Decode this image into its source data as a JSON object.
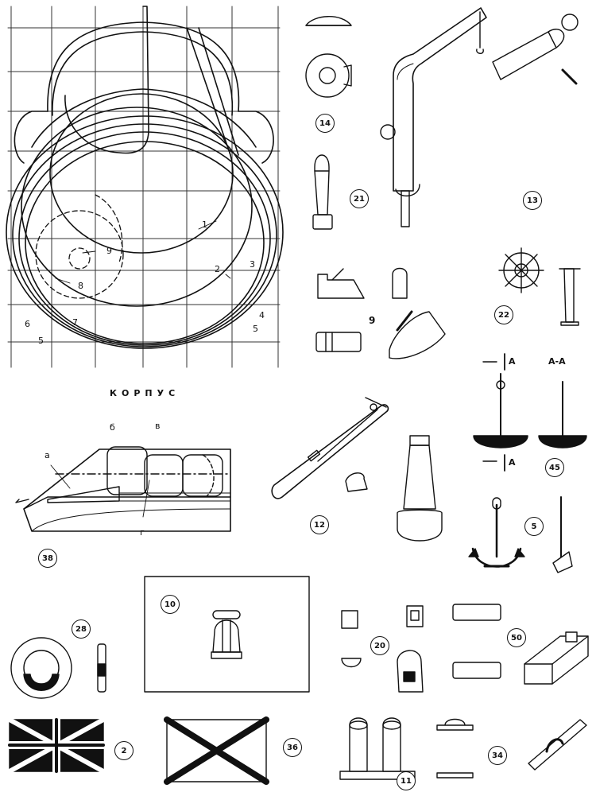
{
  "hull_title": "КОРПУС",
  "hull_lines": [
    "1",
    "2",
    "3",
    "4",
    "5",
    "6",
    "7",
    "5",
    "8",
    "9"
  ],
  "hull_section_labels": [
    "а",
    "б",
    "в",
    "г"
  ],
  "section_labels": {
    "top_a": "А",
    "section_aa": "А-А",
    "bottom_a": "А"
  },
  "part_numbers": [
    "14",
    "21",
    "13",
    "9",
    "22",
    "45",
    "5",
    "12",
    "38",
    "10",
    "28",
    "20",
    "50",
    "2",
    "36",
    "11",
    "34"
  ]
}
